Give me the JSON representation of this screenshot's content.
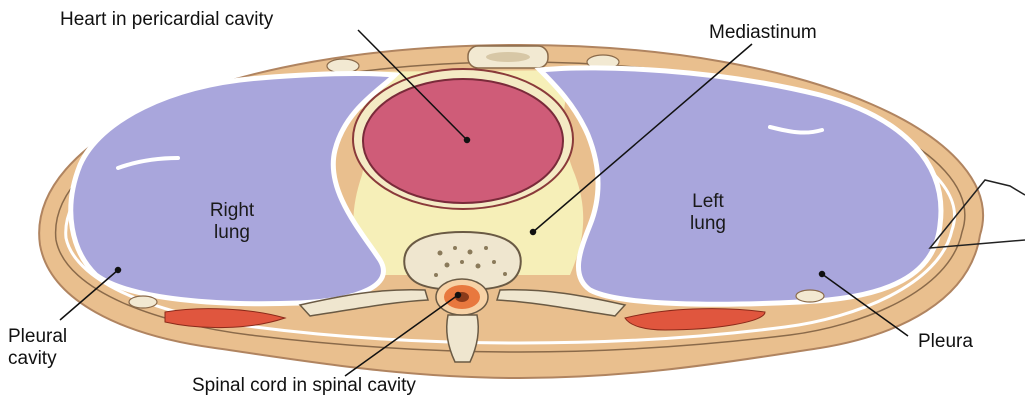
{
  "labels": {
    "heart": "Heart in pericardial cavity",
    "mediastinum": "Mediastinum",
    "right_lung_line1": "Right",
    "right_lung_line2": "lung",
    "left_lung_line1": "Left",
    "left_lung_line2": "lung",
    "pleural_cavity_line1": "Pleural",
    "pleural_cavity_line2": "cavity",
    "pleura": "Pleura",
    "spinal_cord": "Spinal cord in spinal cavity"
  },
  "colors": {
    "body_wall": "#e9bf8e",
    "body_outline": "#b08460",
    "lung": "#a9a6dc",
    "pleura_edge": "#ffffff",
    "mediastinum": "#f6efb8",
    "heart": "#cf5c78",
    "heart_ring": "#f4eac4",
    "muscle": "#e0563e",
    "bone": "#efe6cf",
    "spinal_cord": "#e8783e"
  },
  "icons": {
    "corner_shape": "partial-outline-shape"
  }
}
